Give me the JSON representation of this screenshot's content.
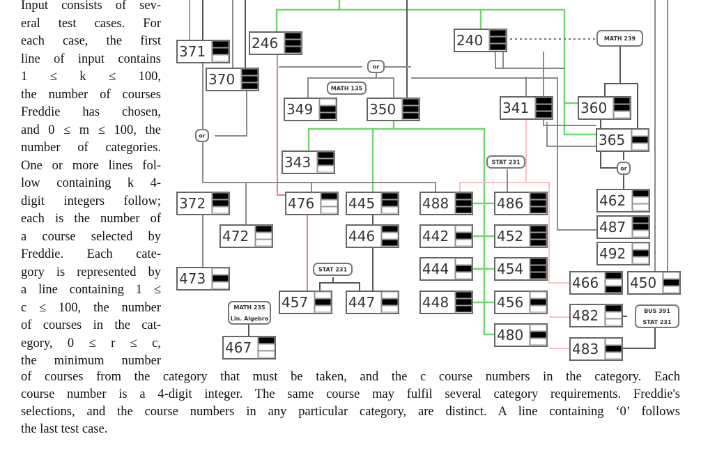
{
  "side_text_lines": [
    "Input consists of sev-",
    "eral test cases.  For",
    "each case, the first",
    "line of input contains",
    "1  ≤  k  ≤  100,",
    "the number of courses",
    "Freddie has chosen,",
    "and 0 ≤ m ≤ 100, the",
    "number of categories.",
    "One or more lines fol-",
    "low containing k 4-",
    "digit integers follow;",
    "each is the number of",
    "a course selected by",
    "Freddie.  Each cate-",
    "gory is represented by",
    "a line containing 1 ≤",
    "c ≤ 100, the number",
    "of courses in the cat-",
    "egory, 0 ≤ r ≤ c,",
    "the minimum number"
  ],
  "bottom_text_lines": [
    "of courses from the category that must be taken, and the c course numbers in the category.  Each",
    "course number is a 4-digit integer. The same course may fulfil several category requirements. Freddie's",
    "selections, and the course numbers in any particular category, are distinct. A line containing ‘0’ follows",
    "the last test case."
  ],
  "diagram": {
    "courses": [
      "371",
      "370",
      "246",
      "240",
      "349",
      "350",
      "341",
      "360",
      "365",
      "343",
      "372",
      "476",
      "445",
      "488",
      "486",
      "462",
      "472",
      "446",
      "442",
      "452",
      "487",
      "492",
      "473",
      "444",
      "454",
      "466",
      "450",
      "457",
      "447",
      "448",
      "456",
      "482",
      "480",
      "483",
      "467"
    ],
    "tags": {
      "math239": "MATH 239",
      "math135": "MATH 135",
      "stat231": "STAT 231",
      "stat231_b": "STAT 231",
      "math235_linalg": [
        "MATH 235",
        "Lin. Algebra"
      ],
      "busi_stat": [
        "BUS 391",
        "STAT 231"
      ],
      "or": "or",
      "or2": "or",
      "or3": "or"
    },
    "colors": {
      "green": "#6fd86f",
      "red": "#e08080",
      "pink": "#f4c4c4",
      "gray": "#8a8a8a",
      "dark": "#555555"
    }
  }
}
